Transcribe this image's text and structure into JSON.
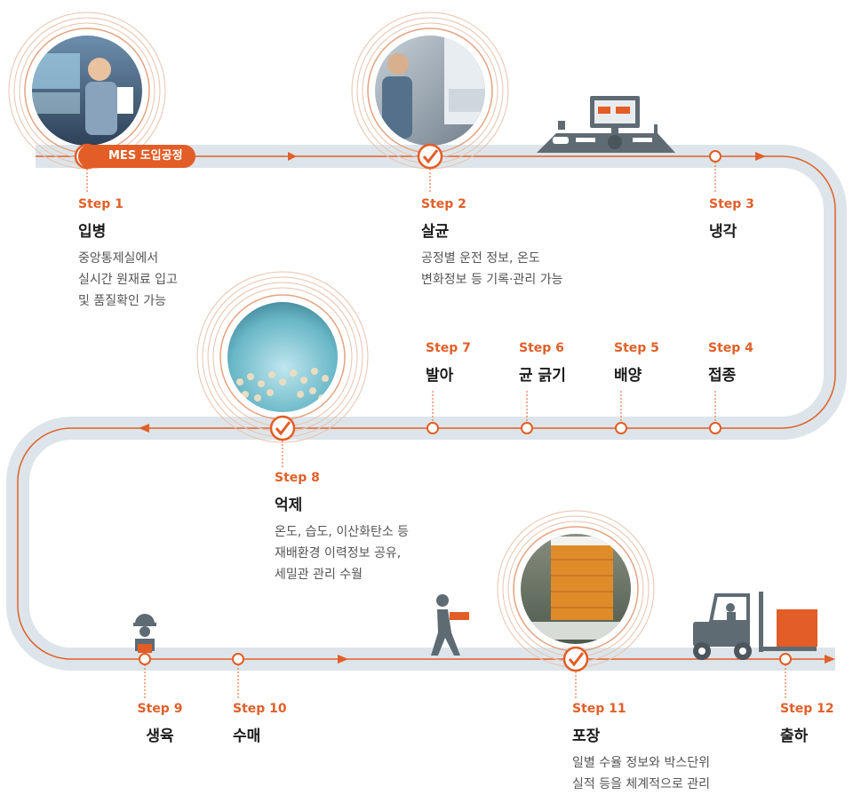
{
  "colors": {
    "accent": "#e35d26",
    "track": "#dde5ea",
    "line": "#e0602a",
    "icon": "#5f6b73"
  },
  "mes_badge": "MES 도입공정",
  "steps": [
    {
      "num": "Step 1",
      "title": "입병",
      "desc": "중앙통제실에서\n실시간 원재료 입고\n및 품질확인 가능"
    },
    {
      "num": "Step 2",
      "title": "살균",
      "desc": "공정별 운전 정보, 온도\n변화정보 등 기록·관리 가능"
    },
    {
      "num": "Step 3",
      "title": "냉각",
      "desc": ""
    },
    {
      "num": "Step 4",
      "title": "접종",
      "desc": ""
    },
    {
      "num": "Step 5",
      "title": "배양",
      "desc": ""
    },
    {
      "num": "Step 6",
      "title": "균 긁기",
      "desc": ""
    },
    {
      "num": "Step 7",
      "title": "발아",
      "desc": ""
    },
    {
      "num": "Step 8",
      "title": "억제",
      "desc": "온도, 습도, 이산화탄소 등\n재배환경 이력정보 공유,\n세밀관 관리 수월"
    },
    {
      "num": "Step 9",
      "title": "생육",
      "desc": ""
    },
    {
      "num": "Step 10",
      "title": "수매",
      "desc": ""
    },
    {
      "num": "Step 11",
      "title": "포장",
      "desc": "일별 수율 정보와 박스단위\n실적 등을 체계적으로 관리"
    },
    {
      "num": "Step 12",
      "title": "출하",
      "desc": ""
    }
  ]
}
